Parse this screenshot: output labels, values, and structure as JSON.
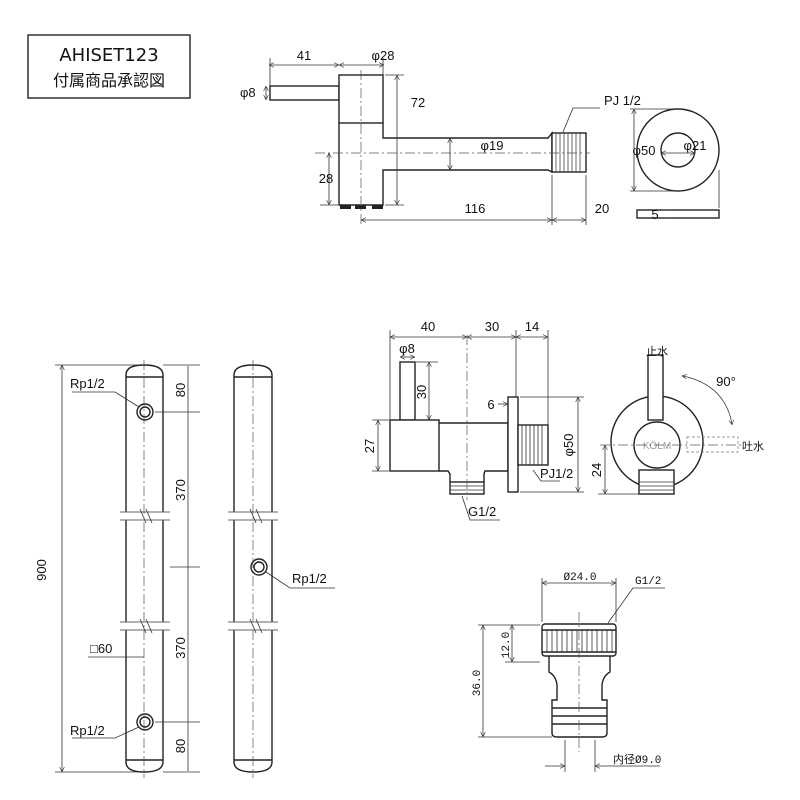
{
  "title_block": {
    "code": "AHISET123",
    "subtitle": "付属商品承認図"
  },
  "faucet_view": {
    "dim_handle_length": "41",
    "dim_body_dia": "φ28",
    "dim_handle_dia": "φ8",
    "dim_height": "72",
    "dim_pipe_dia": "φ19",
    "dim_center_height": "28",
    "dim_pipe_length": "116",
    "dim_thread_length": "20",
    "thread_label": "PJ 1/2",
    "flange_outer": "φ50",
    "flange_inner": "φ21",
    "flange_thickness": "5"
  },
  "post_view": {
    "total_height": "900",
    "segments": [
      "80",
      "370",
      "370",
      "80"
    ],
    "port_top": "Rp1/2",
    "port_side": "Rp1/2",
    "port_bottom": "Rp1/2",
    "section": "□60"
  },
  "valve_view": {
    "dim_a": "40",
    "dim_b": "30",
    "dim_c": "14",
    "handle_dia": "φ8",
    "handle_height": "30",
    "body_height": "27",
    "flange_thickness": "6",
    "flange_dia": "φ50",
    "thread_label": "PJ1/2",
    "outlet_label": "G1/2",
    "stop_label": "止水",
    "angle_label": "90°",
    "discharge_label": "吐水",
    "brand": "KÖLM",
    "outlet_height": "24"
  },
  "adapter_view": {
    "outer_dia": "Ø24.0",
    "thread_label": "G1/2",
    "nut_height": "12.0",
    "total_height": "36.0",
    "inner_dia": "内径Ø9.0"
  }
}
